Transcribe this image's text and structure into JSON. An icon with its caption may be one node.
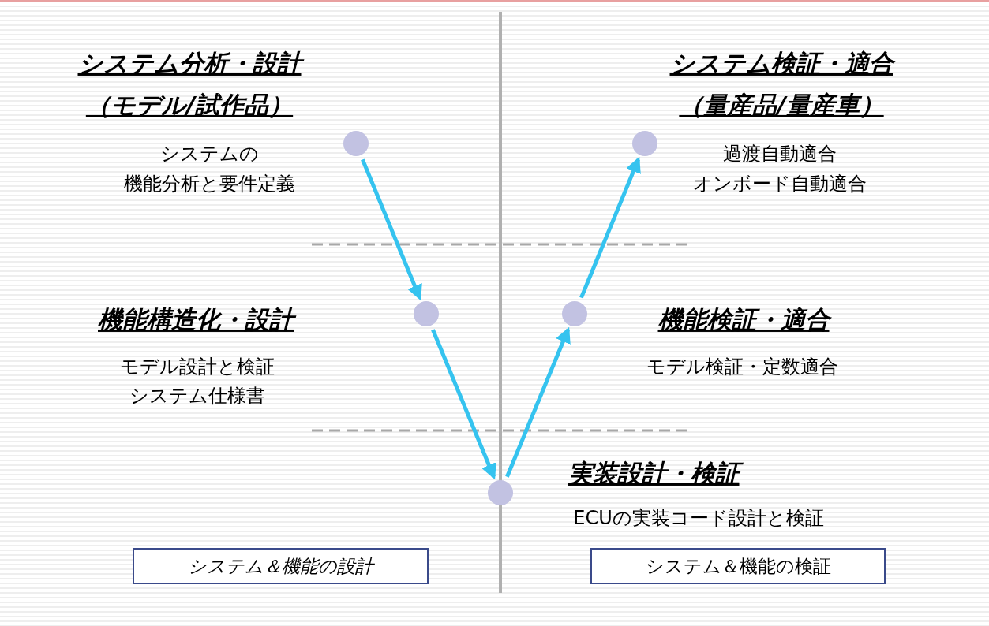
{
  "diagram": {
    "nodes": [
      {
        "text": [],
        "shape": "circle"
      },
      {
        "text": [],
        "shape": "circle"
      },
      {
        "text": [],
        "shape": "circle"
      },
      {
        "text": [],
        "shape": "circle"
      },
      {
        "text": [],
        "shape": "circle"
      },
      {
        "text": [
          "システム＆機能の設計"
        ]
      },
      {
        "text": [
          "システム＆機能の検証"
        ]
      }
    ],
    "edges": [
      {
        "from": 0,
        "to": 1,
        "arrow": "to"
      },
      {
        "from": 1,
        "to": 2,
        "arrow": "to"
      },
      {
        "from": 2,
        "to": 3,
        "arrow": "to"
      },
      {
        "from": 3,
        "to": 4,
        "arrow": "to"
      }
    ],
    "labels": [
      "システム分析・設計",
      "（モデル/試作品）",
      "システム検証・適合",
      "（量産品/量産車）",
      "システムの",
      "機能分析と要件定義",
      "過渡自動適合",
      "オンボード自動適合",
      "機能構造化・設計",
      "機能検証・適合",
      "モデル設計と検証",
      "システム仕様書",
      "モデル検証・定数適合",
      "実装設計・検証",
      "ECUの実装コード設計と検証"
    ]
  }
}
